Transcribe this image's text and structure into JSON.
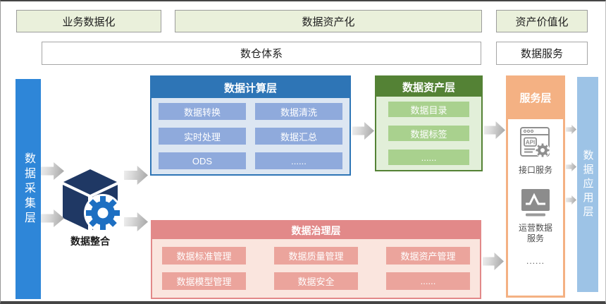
{
  "top": {
    "phases": [
      {
        "label": "业务数据化"
      },
      {
        "label": "数据资产化"
      },
      {
        "label": "资产价值化"
      }
    ],
    "systems": [
      {
        "label": "数仓体系"
      },
      {
        "label": "数据服务"
      }
    ]
  },
  "left_bar": {
    "label": "数据采集层"
  },
  "right_bar": {
    "label": "数据应用层"
  },
  "integration": {
    "label": "数据整合",
    "icon": "cube-gear-icon"
  },
  "layers": {
    "computing": {
      "title": "数据计算层",
      "items": [
        "数据转换",
        "数据清洗",
        "实时处理",
        "数据汇总",
        "ODS",
        "......"
      ]
    },
    "asset": {
      "title": "数据资产层",
      "items": [
        "数据目录",
        "数据标签",
        "......"
      ]
    },
    "governance": {
      "title": "数据治理层",
      "items": [
        "数据标准管理",
        "数据质量管理",
        "数据资产管理",
        "数据模型管理",
        "数据安全",
        "......"
      ]
    },
    "service": {
      "title": "服务层",
      "items": [
        {
          "icon": "api-browser-icon",
          "label": "接口服务"
        },
        {
          "icon": "line-chart-monitor-icon",
          "label": "运营数据服务"
        },
        {
          "label": "......"
        }
      ]
    }
  },
  "colors": {
    "phase_box_fill": "#EAF0DB",
    "left_bar_blue": "#2E86D8",
    "right_bar_blue": "#9DC3E6",
    "computing_header": "#2E75B6",
    "computing_body": "#DCE6F2",
    "computing_item": "#8FAADC",
    "asset_header": "#548235",
    "asset_body": "#E2EFD9",
    "asset_item": "#A9D18E",
    "governance_header": "#E28989",
    "governance_body": "#FAE5DE",
    "governance_item": "#EBA49C",
    "service_frame": "#F4B183",
    "icon_gray": "#8C8C8C",
    "cube_navy": "#1F3864",
    "gear_blue": "#1D6FC2",
    "arrow_gray": "#A3A3A3"
  }
}
